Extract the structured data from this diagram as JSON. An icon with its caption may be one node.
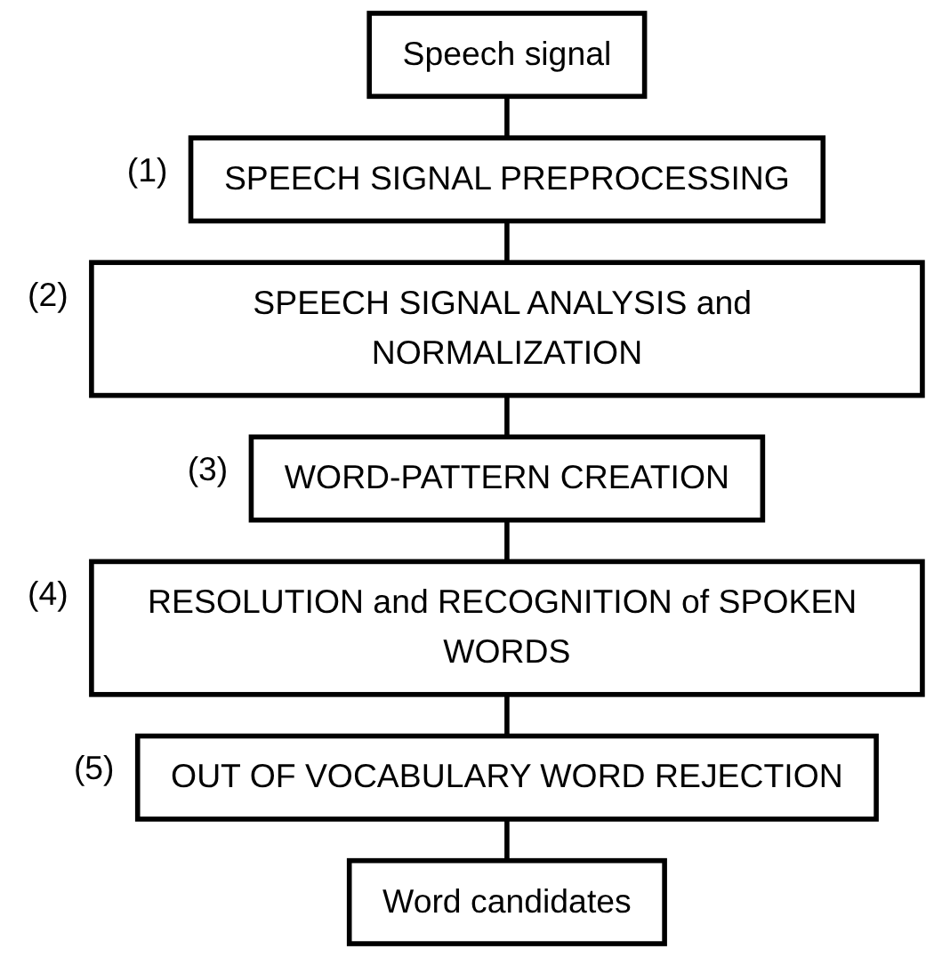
{
  "diagram": {
    "nodes": [
      {
        "text": [
          "Speech signal"
        ]
      },
      {
        "text": [
          "SPEECH SIGNAL PREPROCESSING"
        ],
        "beside": [
          "(1)"
        ]
      },
      {
        "text": [
          "SPEECH SIGNAL ANALYSIS and NORMALIZATION"
        ],
        "beside": [
          "(2)"
        ]
      },
      {
        "text": [
          "WORD-PATTERN CREATION"
        ],
        "beside": [
          "(3)"
        ]
      },
      {
        "text": [
          "RESOLUTION and RECOGNITION of SPOKEN WORDS"
        ],
        "beside": [
          "(4)"
        ]
      },
      {
        "text": [
          "OUT OF VOCABULARY WORD REJECTION"
        ],
        "beside": [
          "(5)"
        ]
      },
      {
        "text": [
          "Word candidates"
        ]
      }
    ],
    "edges": [
      {
        "from": 0,
        "to": 1,
        "arrow": "none"
      },
      {
        "from": 1,
        "to": 2,
        "arrow": "none"
      },
      {
        "from": 2,
        "to": 3,
        "arrow": "none"
      },
      {
        "from": 3,
        "to": 4,
        "arrow": "none"
      },
      {
        "from": 4,
        "to": 5,
        "arrow": "none"
      },
      {
        "from": 5,
        "to": 6,
        "arrow": "none"
      }
    ]
  }
}
